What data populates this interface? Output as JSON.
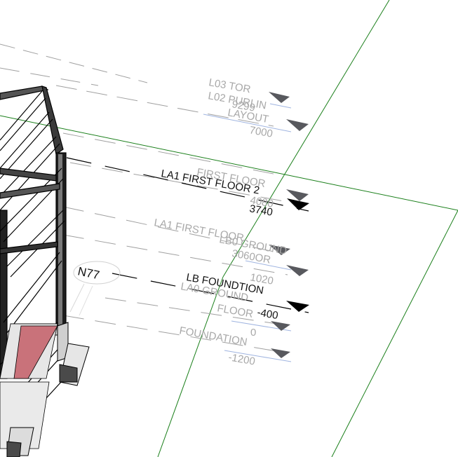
{
  "view": {
    "type": "3D view",
    "background": "#ffffff",
    "grid_color": "#1a7f1a",
    "level_marker_grey": "#58595e",
    "level_marker_active": "#000000",
    "level_line_grey": "#a0a0a0",
    "level_line_blue": "#9fb4e0"
  },
  "levels": [
    {
      "name": "L03 TOR",
      "elevation": "",
      "active": false
    },
    {
      "name": "L02 PURLIN",
      "elevation": "9299",
      "active": false
    },
    {
      "name": "LAYOUT",
      "elevation": "7000",
      "active": false
    },
    {
      "name": "FIRST FLOOR",
      "elevation": "4080",
      "active": false
    },
    {
      "name": "LA1 FIRST FLOOR 2",
      "elevation": "3740",
      "active": true
    },
    {
      "name": "LA1 FIRST FLOOR",
      "elevation": "",
      "active": false
    },
    {
      "name": "LB0 GROUND",
      "elevation": "3060",
      "active": false
    },
    {
      "name": "OR",
      "elevation": "1020",
      "active": false
    },
    {
      "name": "LB FOUNDTION",
      "elevation": "-400",
      "active": true
    },
    {
      "name": "LA0 GROUND FLOOR",
      "elevation": "0",
      "active": false
    },
    {
      "name": "FOUNDATION",
      "elevation": "-1200",
      "active": false
    }
  ],
  "grid_bubble": {
    "label": "N77"
  },
  "text": {
    "l03": "L03 TOR",
    "l02": "L02 PURLIN",
    "v9299": "9299",
    "layout": "LAYOUT",
    "v7000": "7000",
    "first_floor": "FIRST FLOOR",
    "v4080": "4080",
    "la1_ff2": "LA1 FIRST FLOOR 2",
    "v3740": "3740",
    "la1_ff": "LA1 FIRST FLOOR",
    "lb0_ground": "LB0 GROUND",
    "v3060or": "3060OR",
    "v1020": "1020",
    "lb_foundtion": "LB FOUNDTION",
    "la0_ground": "LA0 GROUND",
    "floor": "FLOOR",
    "vneg400": "-400",
    "v0": "0",
    "foundation": "FOUNDATION",
    "vneg1200": "-1200",
    "n77": "N77"
  }
}
